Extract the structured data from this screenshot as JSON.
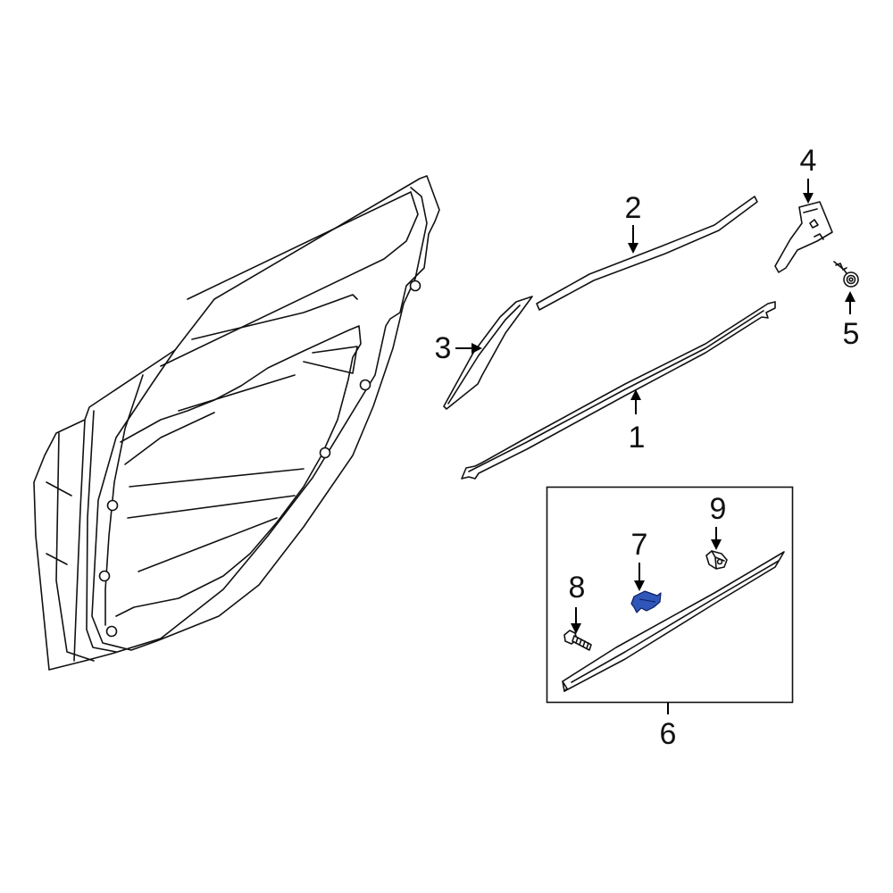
{
  "diagram": {
    "type": "exploded parts diagram",
    "subject": "Rear door window moldings",
    "highlight_color": "#2f56b8",
    "callouts": [
      {
        "id": "1",
        "label": "1",
        "part": "belt-molding"
      },
      {
        "id": "2",
        "label": "2",
        "part": "roof-drip-molding"
      },
      {
        "id": "3",
        "label": "3",
        "part": "front-pillar-applique"
      },
      {
        "id": "4",
        "label": "4",
        "part": "rear-pillar-applique"
      },
      {
        "id": "5",
        "label": "5",
        "part": "screw"
      },
      {
        "id": "6",
        "label": "6",
        "part": "lower-body-side-molding-assembly"
      },
      {
        "id": "7",
        "label": "7",
        "part": "molding-clip",
        "highlighted": true
      },
      {
        "id": "8",
        "label": "8",
        "part": "bolt"
      },
      {
        "id": "9",
        "label": "9",
        "part": "clip-nut"
      }
    ]
  }
}
